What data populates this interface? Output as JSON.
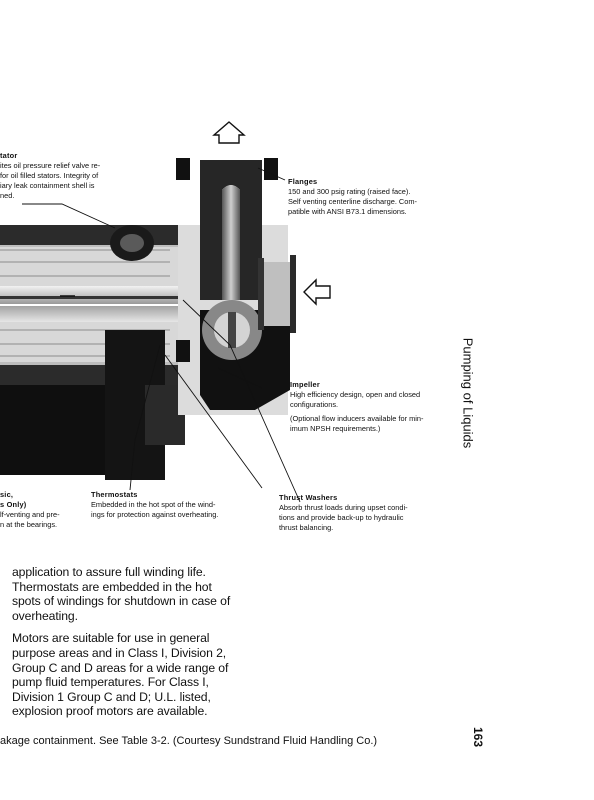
{
  "callouts": {
    "stator": {
      "title": "tator",
      "lines": [
        "ites oil pressure relief valve re-",
        "for oil filled stators. Integrity of",
        "iary leak containment shell is",
        "ned."
      ]
    },
    "flanges": {
      "title": "Flanges",
      "lines": [
        "150 and 300 psig rating (raised face).",
        "Self venting centerline discharge. Com-",
        "patible with ANSI B73.1 dimensions."
      ]
    },
    "impeller": {
      "title": "Impeller",
      "lines": [
        "High efficiency design, open and closed",
        "configurations."
      ],
      "note_lines": [
        "(Optional flow inducers available for min-",
        "imum NPSH requirements.)"
      ]
    },
    "bearings": {
      "title_lines": [
        "sic,",
        "s Only)"
      ],
      "lines": [
        "lf-venting and pre-",
        "n at the bearings."
      ]
    },
    "thermostats": {
      "title": "Thermostats",
      "lines": [
        "Embedded in the hot spot of the wind-",
        "ings for protection against overheating."
      ]
    },
    "thrust_washers": {
      "title": "Thrust Washers",
      "lines": [
        "Absorb thrust loads during upset condi-",
        "tions and provide back-up to hydraulic",
        "thrust balancing."
      ]
    }
  },
  "body_text": {
    "paragraph1": "application to assure full winding life. Thermostats are embedded in the hot spots of windings for shutdown in case of overheating.",
    "paragraph2": "Motors are suitable for use in general purpose areas and in Class I, Division 2, Group C and D areas for a wide range of pump fluid temperatures. For Class I, Division 1 Group C and D; U.L. listed, explosion proof motors are available."
  },
  "caption": "akage containment. See Table 3-2. (Courtesy Sundstrand Fluid Handling Co.)",
  "running_head": "Pumping of Liquids",
  "page_number": "163"
}
